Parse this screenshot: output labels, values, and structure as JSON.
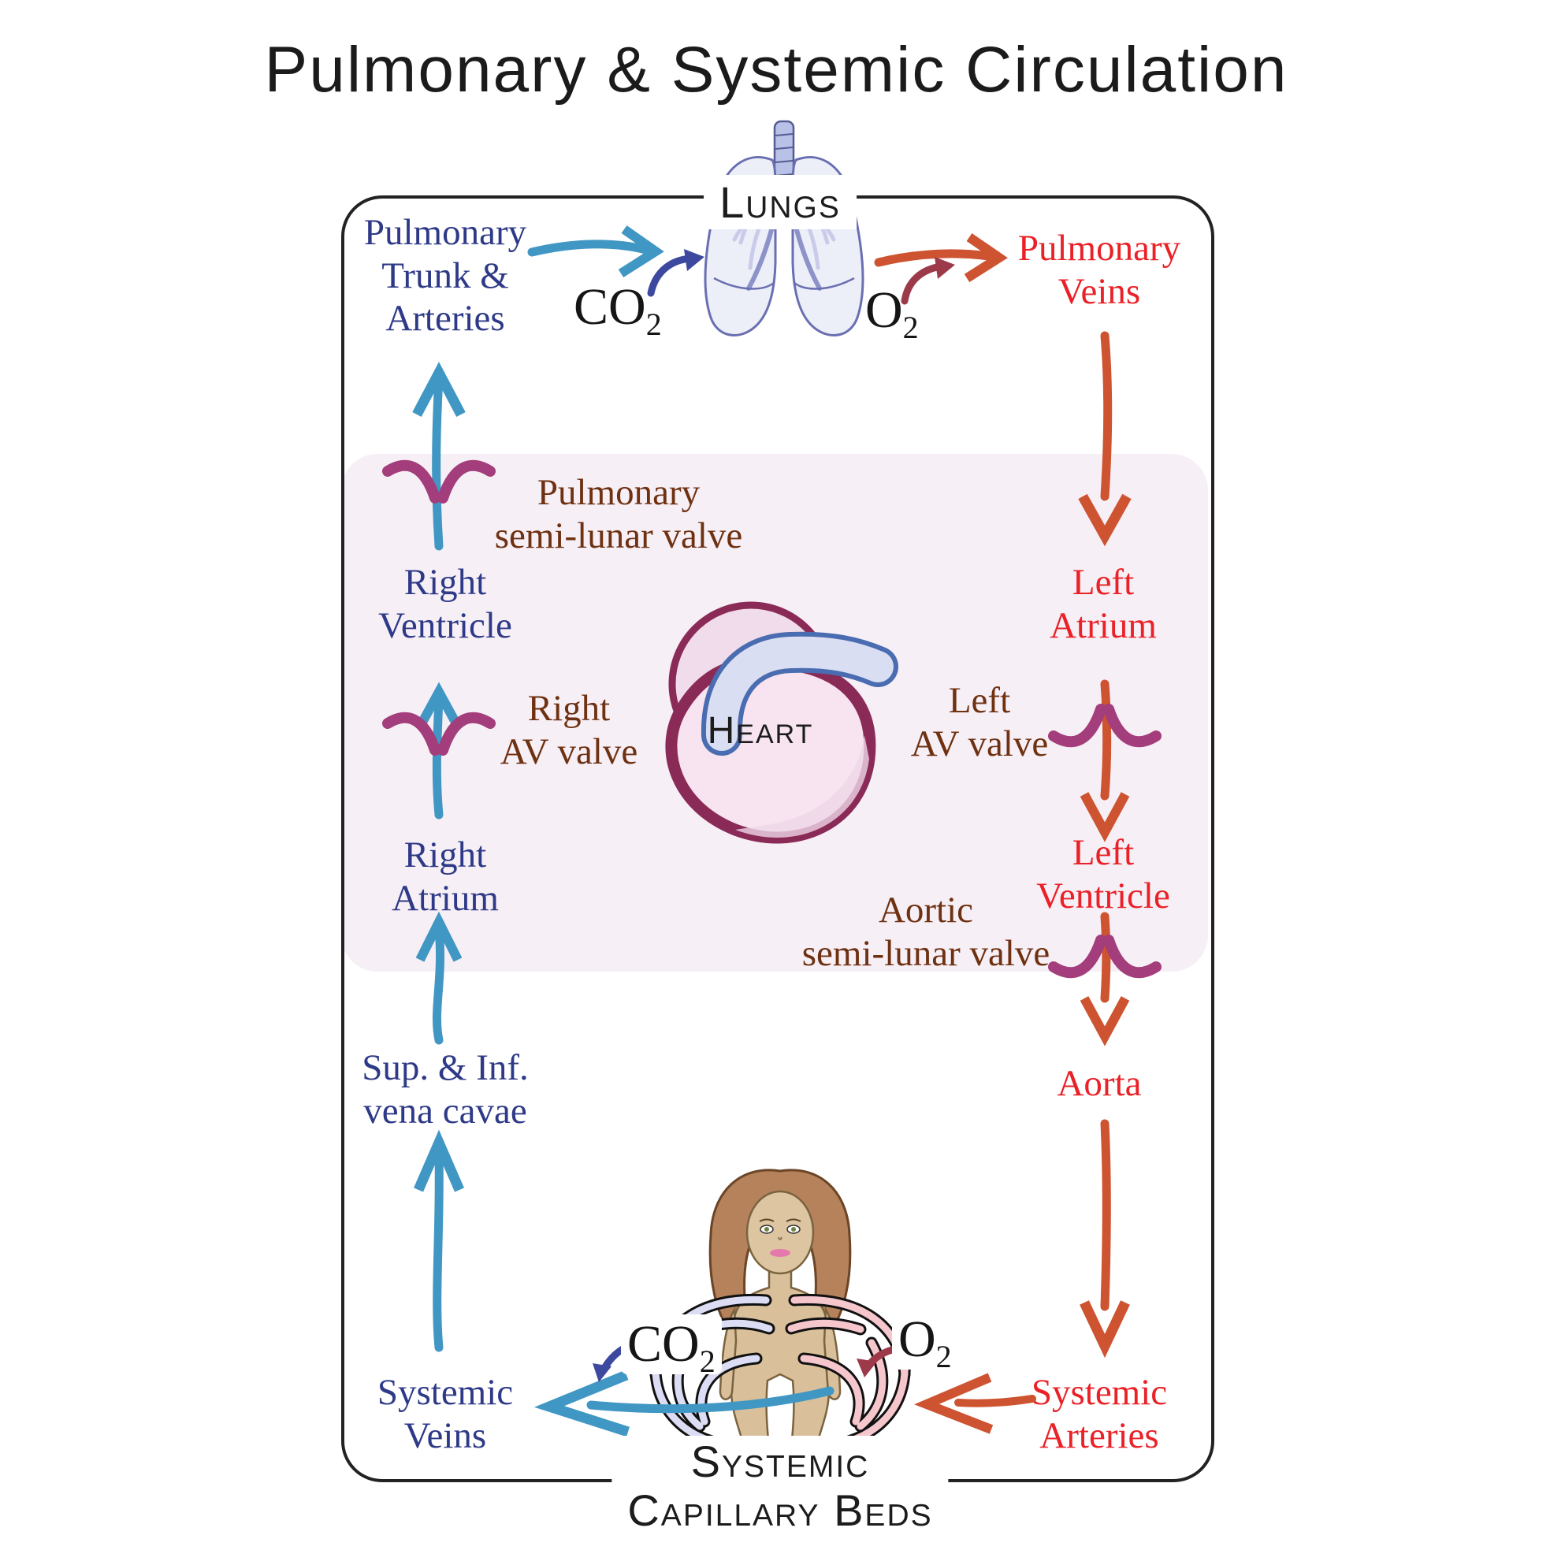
{
  "title": "Pulmonary & Systemic Circulation",
  "organs": {
    "lungs": "Lungs",
    "heart": "Heart",
    "capillary_beds": [
      "Systemic",
      "Capillary Beds"
    ]
  },
  "gases": {
    "co2": "CO",
    "o2": "O",
    "sub": "2"
  },
  "labels": {
    "pulmonary_trunk": [
      "Pulmonary",
      "Trunk &",
      "Arteries"
    ],
    "pulmonary_veins": [
      "Pulmonary",
      "Veins"
    ],
    "pulmonary_valve": [
      "Pulmonary",
      "semi-lunar valve"
    ],
    "right_ventricle": [
      "Right",
      "Ventricle"
    ],
    "right_av_valve": [
      "Right",
      "AV valve"
    ],
    "left_atrium": [
      "Left",
      "Atrium"
    ],
    "left_av_valve": [
      "Left",
      "AV valve"
    ],
    "right_atrium": [
      "Right",
      "Atrium"
    ],
    "left_ventricle": [
      "Left",
      "Ventricle"
    ],
    "aortic_valve": [
      "Aortic",
      "semi-lunar valve"
    ],
    "vena_cavae": [
      "Sup. & Inf.",
      "vena cavae"
    ],
    "aorta": [
      "Aorta"
    ],
    "systemic_veins": [
      "Systemic",
      "Veins"
    ],
    "systemic_arteries": [
      "Systemic",
      "Arteries"
    ]
  },
  "colors": {
    "vein_arrow_blue": "#4197c4",
    "vein_text_indigo": "#2e3a87",
    "artery_arrow_orange": "#cd5331",
    "artery_text_red": "#ea2127",
    "valve_text_brown": "#6e3111",
    "valve_leaflet_purple": "#a33d7b",
    "co2_hook_navy": "#3d499e",
    "o2_hook_maroon": "#9c3a49",
    "heart_outline_maroon": "#8a2a57",
    "band_pink": "#f7eff6",
    "frame_black": "#222222"
  }
}
